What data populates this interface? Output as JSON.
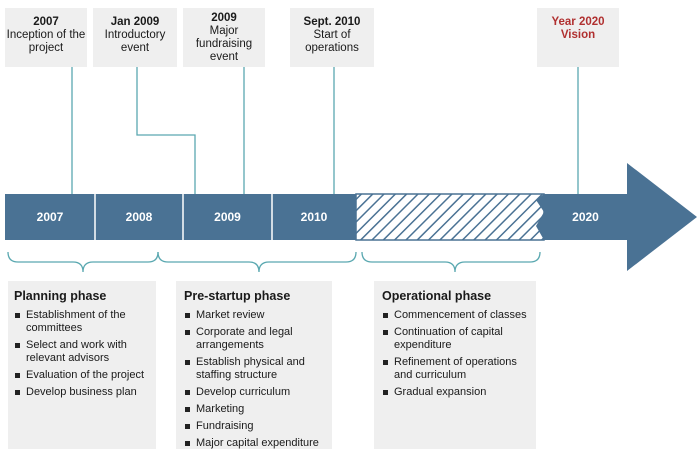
{
  "milestones": [
    {
      "year": "2007",
      "desc": "Inception of the\nproject"
    },
    {
      "year": "Jan 2009",
      "desc": "Introductory\nevent"
    },
    {
      "year": "2009",
      "desc": "Major\nfundraising\nevent"
    },
    {
      "year": "Sept. 2010",
      "desc": "Start of\noperations"
    },
    {
      "year": "Year 2020",
      "desc": "Vision"
    }
  ],
  "timeline": {
    "years": [
      "2007",
      "2008",
      "2009",
      "2010",
      "2020"
    ]
  },
  "phases": [
    {
      "title": "Planning phase",
      "items": [
        "Establishment of the committees",
        "Select and work with relevant advisors",
        "Evaluation of the project",
        "Develop business plan"
      ]
    },
    {
      "title": "Pre-startup phase",
      "items": [
        "Market review",
        "Corporate and legal arrangements",
        "Establish physical and staffing structure",
        "Develop curriculum",
        "Marketing",
        "Fundraising",
        "Major capital expenditure"
      ]
    },
    {
      "title": "Operational phase",
      "items": [
        "Commencement of classes",
        "Continuation of capital expenditure",
        "Refinement of operations and curriculum",
        "Gradual expansion"
      ]
    }
  ],
  "colors": {
    "arrow": "#4a7294",
    "connector": "#5aa8b0",
    "highlight_text": "#b03030",
    "box_bg": "#efefef"
  }
}
